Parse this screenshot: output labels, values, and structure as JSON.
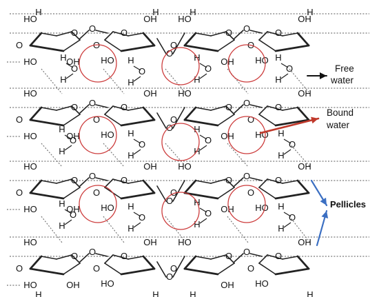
{
  "labels": {
    "free_water": [
      "Free",
      "water"
    ],
    "bound_water": [
      "Bound",
      "water"
    ],
    "pellicles": "Pellicles"
  },
  "atoms": {
    "hydroxyl": "HO",
    "hydroxyl_right": "OH",
    "oxygen": "O",
    "hydrogen": "H"
  },
  "colors": {
    "ink": "#111111",
    "bond": "#222222",
    "hbond": "#777777",
    "circle": "#cc3b3b",
    "bound_arrow": "#c0392b",
    "pellicle_arrow": "#3b6fc2"
  }
}
